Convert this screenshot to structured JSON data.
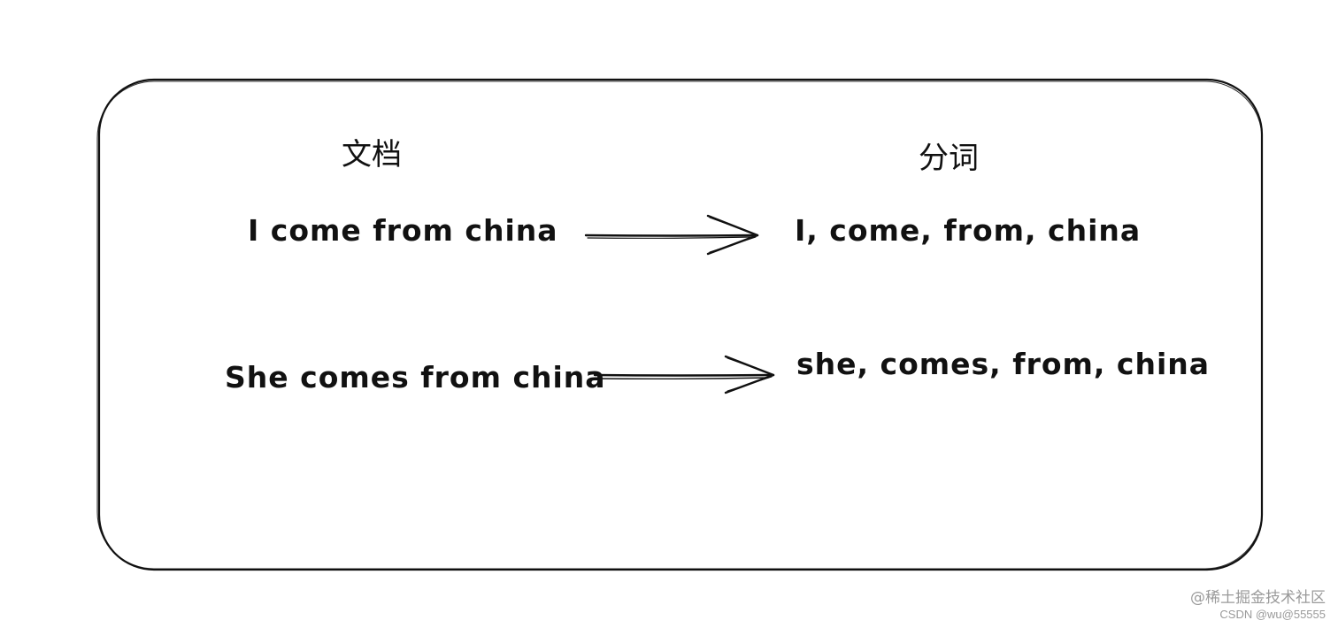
{
  "headers": {
    "document": "文档",
    "tokens": "分词"
  },
  "rows": [
    {
      "document": "I come from china",
      "tokens": "I, come, from, china"
    },
    {
      "document": "She comes from china",
      "tokens": "she, comes, from, china"
    }
  ],
  "watermark": {
    "line1": "@稀土掘金技术社区",
    "line2": "CSDN @wu@55555"
  },
  "colors": {
    "ink": "#111111",
    "watermark": "#9a9a9a"
  }
}
